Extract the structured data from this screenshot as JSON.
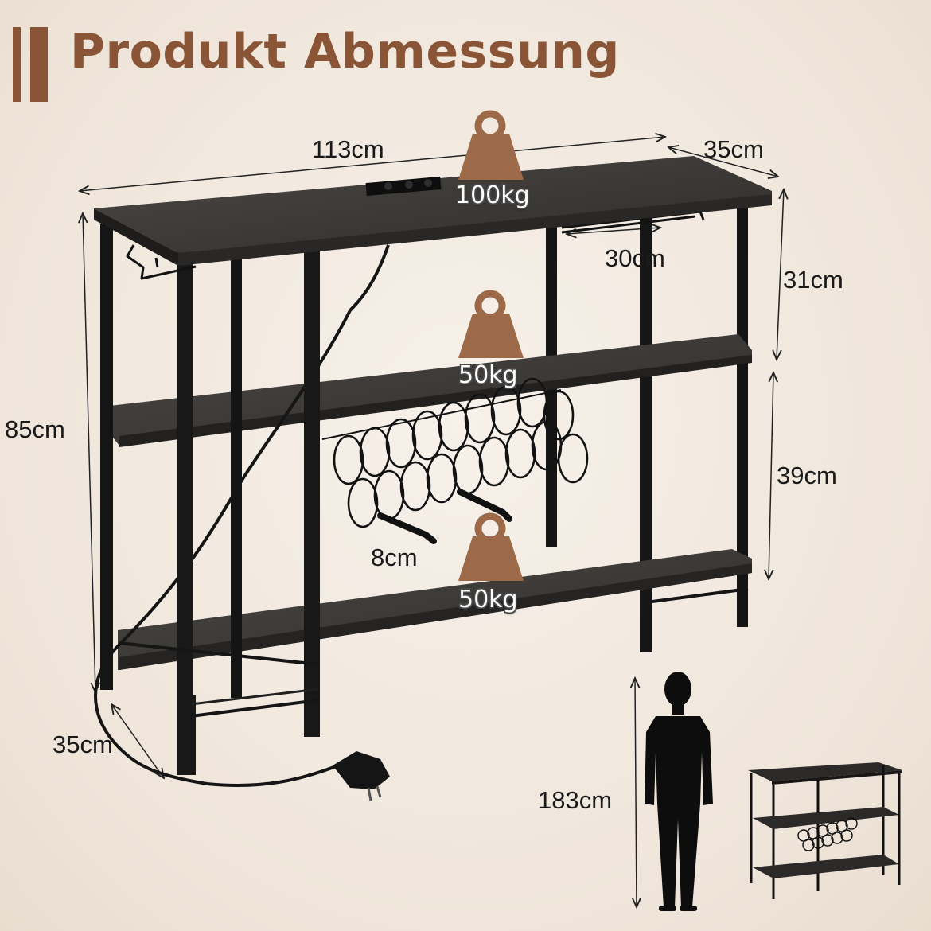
{
  "header": {
    "title": "Produkt Abmessung"
  },
  "dimensions": {
    "width": "113cm",
    "depth_top": "35cm",
    "height": "85cm",
    "upper_gap": "31cm",
    "lower_gap": "39cm",
    "glass_rack": "30cm",
    "wine_holder": "8cm",
    "depth_bottom": "35cm",
    "person_height": "183cm"
  },
  "load": {
    "top": "100kg",
    "middle": "50kg",
    "bottom": "50kg"
  },
  "icons": [
    "weight-icon",
    "power-plug-icon",
    "power-outlet-icon",
    "person-silhouette-icon"
  ],
  "colors": {
    "accent": "#8a5537",
    "weight_icon": "#9c6a48",
    "frame": "#161616",
    "board": "#3a3836"
  }
}
